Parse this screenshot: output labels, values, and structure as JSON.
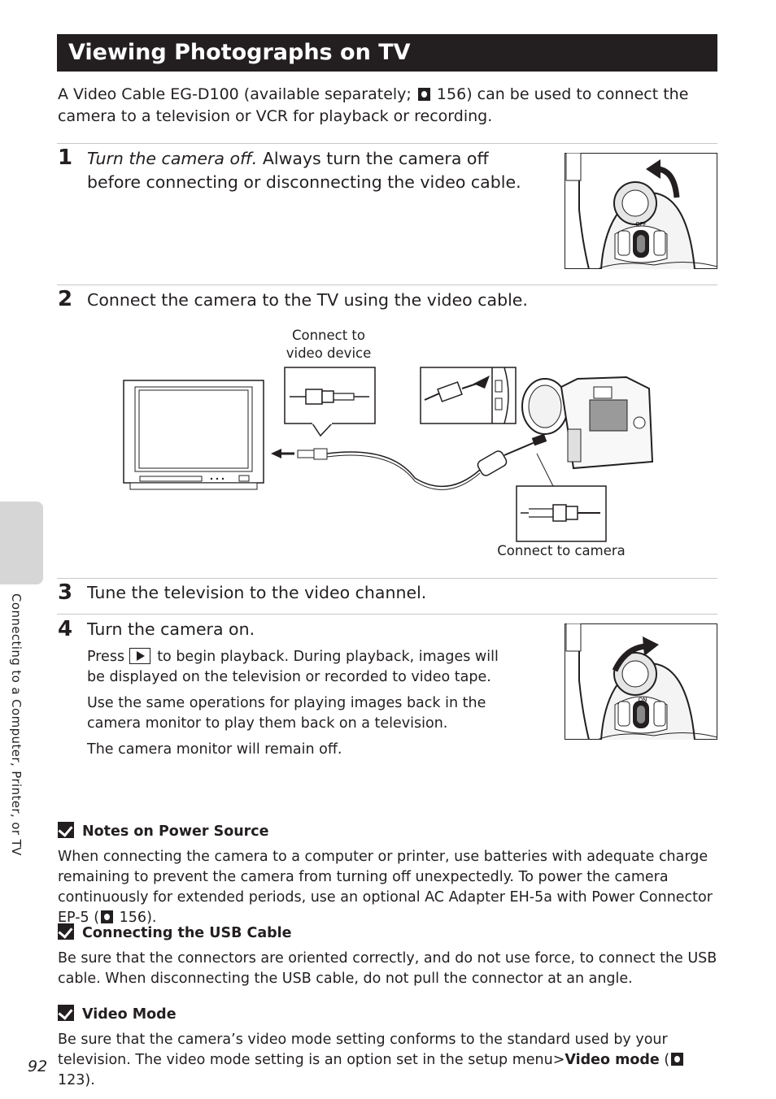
{
  "title": "Viewing Photographs on TV",
  "intro": {
    "before": "A Video Cable EG-D100 (available separately; ",
    "page": "156",
    "after": ") can be used to connect the camera to a television or VCR for playback or recording."
  },
  "steps": [
    {
      "num": "1",
      "lead": "Turn the camera off.",
      "text": " Always turn the camera off before connecting or disconnecting the video cable."
    },
    {
      "num": "2",
      "text": "Connect the camera to the TV using the video cable."
    },
    {
      "num": "3",
      "text": "Tune the television to the video channel."
    },
    {
      "num": "4",
      "text": "Turn the camera on.",
      "p1_before": "Press ",
      "p1_after": " to begin playback. During playback, images will be displayed on the television or recorded to video tape.",
      "p2": "Use the same operations for playing images back in the camera monitor to play them back on a television.",
      "p3": "The camera monitor will remain off."
    }
  ],
  "diagram": {
    "caption_video_l1": "Connect to",
    "caption_video_l2": "video device",
    "caption_camera": "Connect to camera",
    "switch_off": "OFF",
    "switch_on": "ON"
  },
  "notes": [
    {
      "heading": "Notes on Power Source",
      "before": "When connecting the camera to a computer or printer, use batteries with adequate charge remaining to prevent the camera from turning off unexpectedly. To power the camera continuously for extended periods, use an optional AC Adapter EH-5a with Power Connector EP-5 (",
      "page": "156",
      "after": ")."
    },
    {
      "heading": "Connecting the USB Cable",
      "text": "Be sure that the connectors are oriented correctly, and do not use force, to connect the USB cable. When disconnecting the USB cable, do not pull the connector at an angle."
    },
    {
      "heading": "Video Mode",
      "before": "Be sure that the camera’s video mode setting conforms to the standard used by your television. The video mode setting is an option set in the setup menu>",
      "bold": "Video mode",
      "mid": " (",
      "page": "123",
      "after": ")."
    }
  ],
  "side_label": "Connecting to a Computer, Printer, or TV",
  "page_number": "92"
}
